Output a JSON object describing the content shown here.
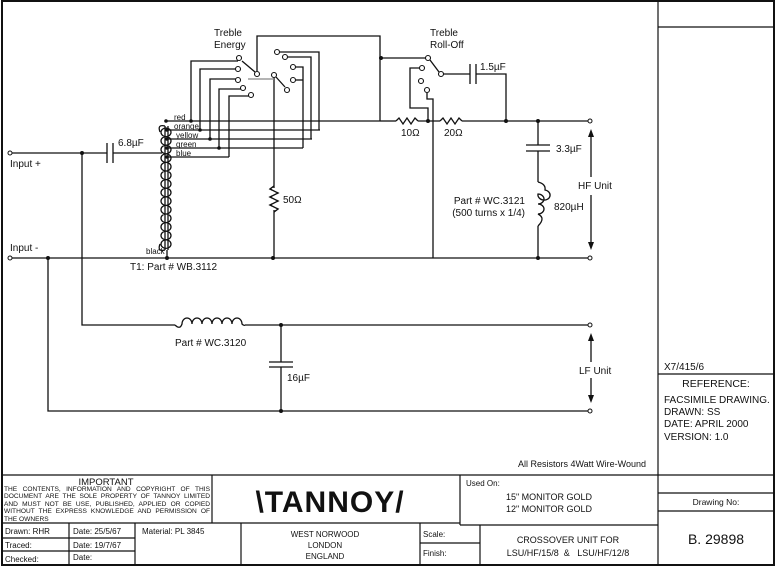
{
  "schematic": {
    "title": "Crossover Unit Schematic",
    "input_plus": "Input +",
    "input_minus": "Input -",
    "c_input": "6.8µF",
    "transformer_label": "T1: Part # WB.3112",
    "taps": [
      "red",
      "orange",
      "yellow",
      "green",
      "blue"
    ],
    "tap_black": "black",
    "switch_energy": [
      "Treble",
      "Energy"
    ],
    "switch_rolloff": [
      "Treble",
      "Roll-Off"
    ],
    "c_rolloff": "1.5µF",
    "r1": "10Ω",
    "r2": "20Ω",
    "r3": "50Ω",
    "c_hf": "3.3µF",
    "l_hf_part": "Part # WC.3121",
    "l_hf_turns": "(500 turns x 1/4)",
    "l_hf_value": "820µH",
    "hf_unit": "HF Unit",
    "l_lf_part": "Part # WC.3120",
    "c_lf": "16µF",
    "lf_unit": "LF Unit",
    "note": "All Resistors 4Watt Wire-Wound"
  },
  "sidebar": {
    "ref_code": "X7/415/6",
    "reference_heading": "REFERENCE:",
    "reference_lines": [
      "FACSIMILE DRAWING.",
      "DRAWN: SS",
      "DATE: APRIL 2000",
      "VERSION: 1.0"
    ]
  },
  "titleblock": {
    "important_heading": "IMPORTANT",
    "important_text": "THE CONTENTS, INFORMATION AND COPYRIGHT OF THIS DOCUMENT ARE THE SOLE PROPERTY OF TANNOY LIMITED AND MUST NOT BE USE, PUBLISHED, APPLIED OR COPIED WITHOUT THE EXPRESS KNOWLEDGE AND PERMISSION OF THE OWNERS",
    "drawn": "Drawn: RHR",
    "drawn_date": "Date: 25/5/67",
    "traced": "Traced:",
    "traced_date": "Date: 19/7/67",
    "checked": "Checked:",
    "checked_date": "Date:",
    "material": "Material: PL 3845",
    "logo": "\\TANNOY/",
    "address": [
      "WEST NORWOOD",
      "LONDON",
      "ENGLAND"
    ],
    "scale": "Scale:",
    "finish": "Finish:",
    "used_on_label": "Used On:",
    "used_on": [
      "15\" MONITOR GOLD",
      "12\" MONITOR GOLD"
    ],
    "description": [
      "CROSSOVER UNIT FOR",
      "LSU/HF/15/8  &   LSU/HF/12/8"
    ],
    "drawing_no_label": "Drawing No:",
    "drawing_no": "B. 29898"
  }
}
